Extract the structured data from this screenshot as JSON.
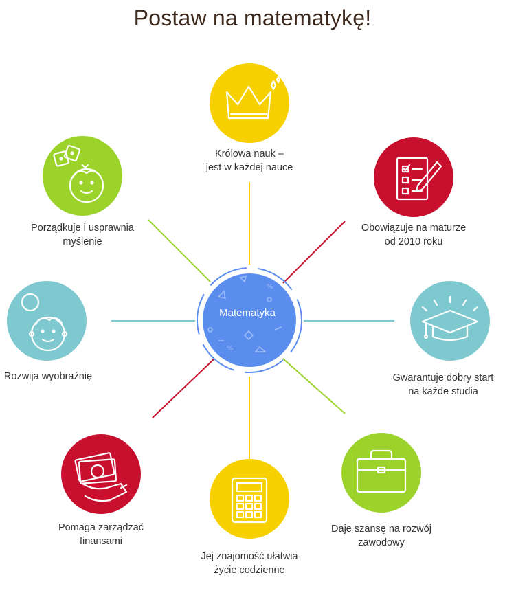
{
  "title": "Postaw na matematykę!",
  "center": {
    "label": "Matematyka",
    "color": "#5b8def"
  },
  "nodes": [
    {
      "id": "queen",
      "lines": [
        "Królowa nauk –",
        "jest w każdej nauce"
      ],
      "color": "#f7d000",
      "icon": "crown-icon"
    },
    {
      "id": "exam",
      "lines": [
        "Obowiązuje na maturze",
        "od 2010 roku"
      ],
      "color": "#c8102e",
      "icon": "checklist-icon"
    },
    {
      "id": "studies",
      "lines": [
        "Gwarantuje dobry start",
        "na każde studia"
      ],
      "color": "#7ec8cf",
      "icon": "graduation-cap-icon"
    },
    {
      "id": "career",
      "lines": [
        "Daje szansę na rozwój",
        "zawodowy"
      ],
      "color": "#9bd32b",
      "icon": "briefcase-icon"
    },
    {
      "id": "everyday",
      "lines": [
        "Jej znajomość ułatwia",
        "życie codzienne"
      ],
      "color": "#f7d000",
      "icon": "calculator-icon"
    },
    {
      "id": "finance",
      "lines": [
        "Pomaga zarządzać",
        "finansami"
      ],
      "color": "#c8102e",
      "icon": "money-hand-icon"
    },
    {
      "id": "imagination",
      "lines": [
        "Rozwija wyobraźnię"
      ],
      "color": "#7ec8cf",
      "icon": "child-thought-icon"
    },
    {
      "id": "thinking",
      "lines": [
        "Porządkuje i usprawnia",
        "myślenie"
      ],
      "color": "#9bd32b",
      "icon": "child-dice-icon"
    }
  ]
}
